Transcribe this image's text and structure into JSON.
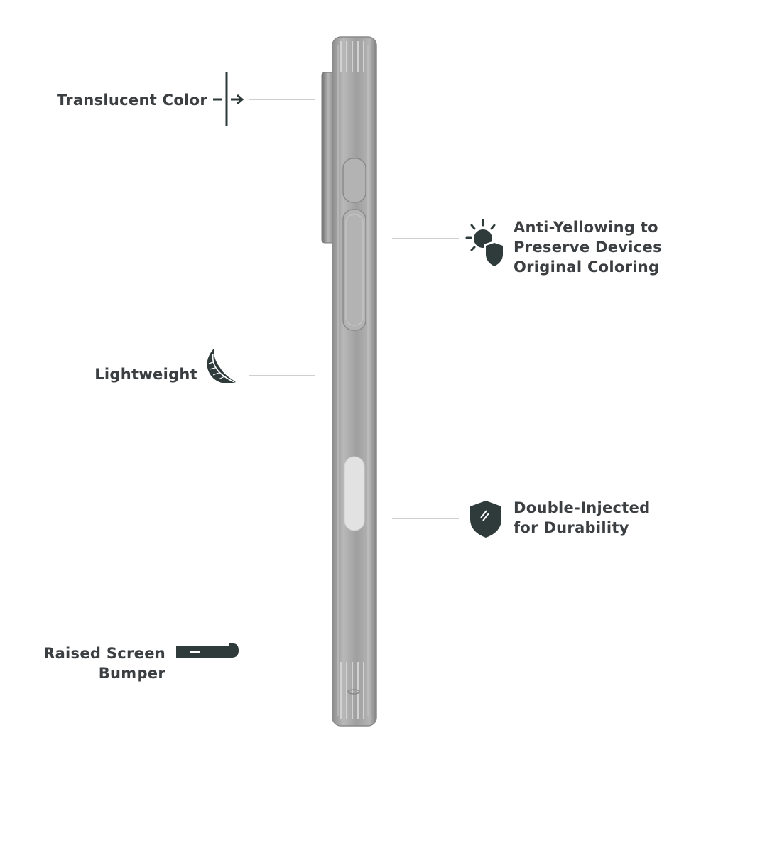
{
  "colors": {
    "text": "#3c3f42",
    "icon": "#2f3b3a",
    "leader": "#cfcfcf",
    "case": "#a9a9a9"
  },
  "features": {
    "translucent": {
      "lines": [
        "Translucent Color"
      ],
      "icon": "translucent-arrow-icon"
    },
    "anti_yellowing": {
      "lines": [
        "Anti-Yellowing to",
        "Preserve Devices",
        "Original Coloring"
      ],
      "icon": "sun-shield-icon"
    },
    "lightweight": {
      "lines": [
        "Lightweight"
      ],
      "icon": "feather-icon"
    },
    "double_injected": {
      "lines": [
        "Double-Injected",
        "for Durability"
      ],
      "icon": "shield-icon"
    },
    "raised_bumper": {
      "lines": [
        "Raised Screen",
        "Bumper"
      ],
      "icon": "bumper-profile-icon"
    }
  }
}
